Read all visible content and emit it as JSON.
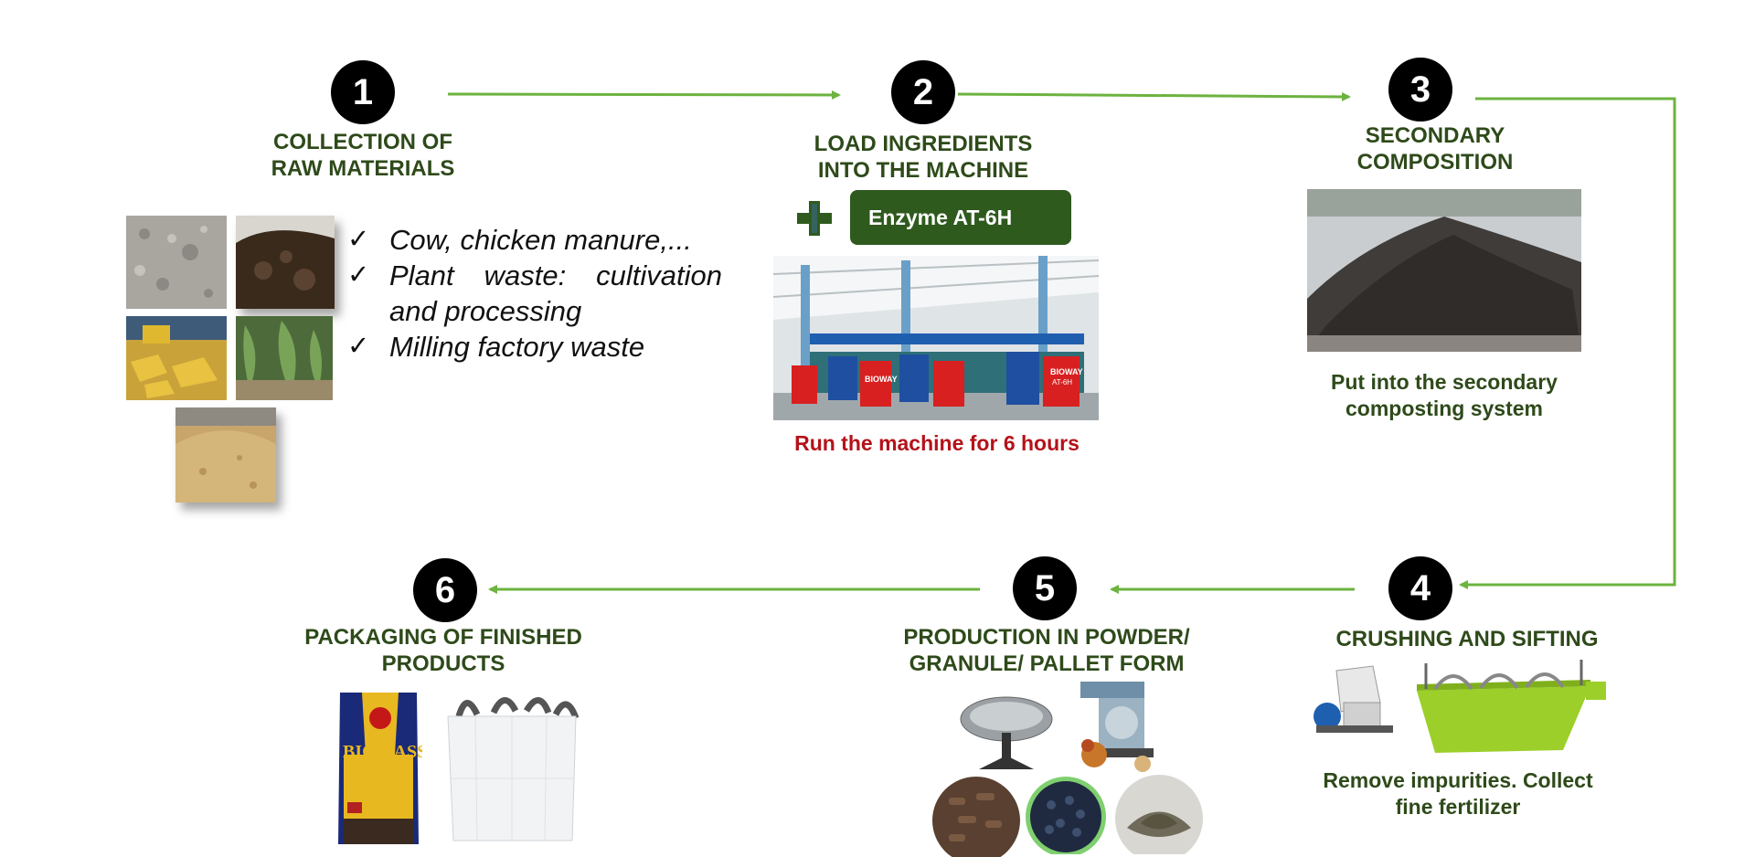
{
  "steps": [
    {
      "number": "1",
      "title_line1": "COLLECTION OF",
      "title_line2": "RAW MATERIALS"
    },
    {
      "number": "2",
      "title_line1": "LOAD INGREDIENTS",
      "title_line2": "INTO THE MACHINE",
      "enzyme_label": "Enzyme AT-6H",
      "note": "Run the machine for 6 hours"
    },
    {
      "number": "3",
      "title_line1": "SECONDARY",
      "title_line2": "COMPOSITION",
      "note_line1": "Put into the secondary",
      "note_line2": "composting system"
    },
    {
      "number": "4",
      "title_line1": "CRUSHING AND SIFTING",
      "note_line1": "Remove impurities. Collect",
      "note_line2": "fine fertilizer"
    },
    {
      "number": "5",
      "title_line1": "PRODUCTION IN POWDER/",
      "title_line2": "GRANULE/ PALLET FORM"
    },
    {
      "number": "6",
      "title_line1": "PACKAGING OF FINISHED",
      "title_line2": "PRODUCTS"
    }
  ],
  "raw_materials": [
    "Cow, chicken manure,...",
    "Plant waste: cultivation and processing",
    "Milling factory waste"
  ],
  "machine_labels": {
    "brand": "BIOWAY",
    "model": "AT-6H"
  },
  "bag_label": "BIOMASS",
  "colors": {
    "arrow": "#6db33f",
    "title": "#2e4a1a",
    "badge": "#000000",
    "enzyme": "#2f5a1e",
    "note_red": "#b4121a"
  }
}
